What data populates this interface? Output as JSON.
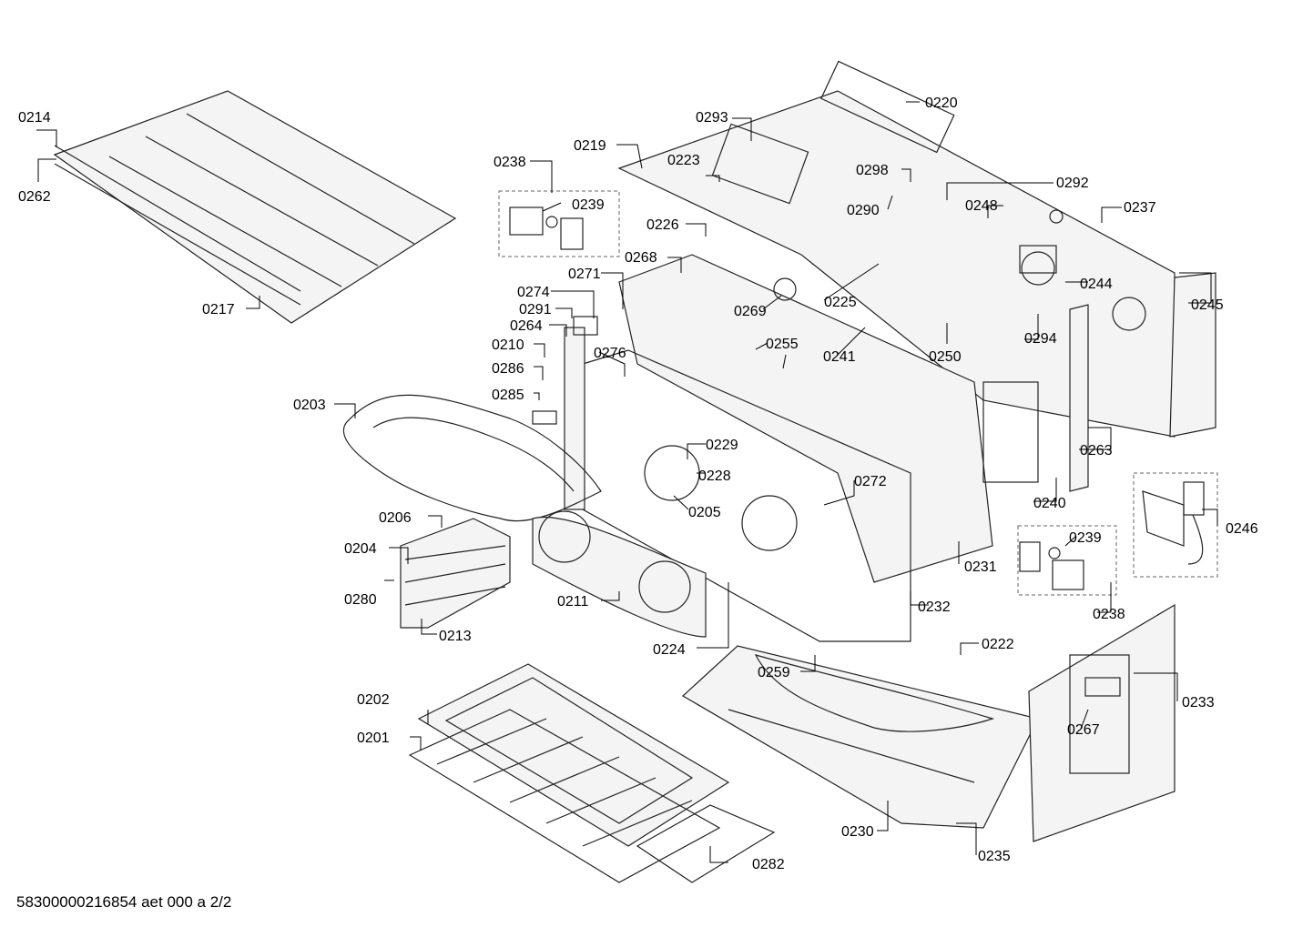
{
  "doc_id": "58300000216854 aet 000 a 2/2",
  "labels": {
    "c0201": "0201",
    "c0202": "0202",
    "c0203": "0203",
    "c0204": "0204",
    "c0205": "0205",
    "c0206": "0206",
    "c0210": "0210",
    "c0211": "0211",
    "c0213": "0213",
    "c0214": "0214",
    "c0217": "0217",
    "c0219": "0219",
    "c0220": "0220",
    "c0222": "0222",
    "c0223": "0223",
    "c0224": "0224",
    "c0225": "0225",
    "c0226": "0226",
    "c0228": "0228",
    "c0229": "0229",
    "c0230": "0230",
    "c0231": "0231",
    "c0232": "0232",
    "c0233": "0233",
    "c0235": "0235",
    "c0237": "0237",
    "c0238": "0238",
    "c0239": "0239",
    "c0240": "0240",
    "c0241": "0241",
    "c0244": "0244",
    "c0245": "0245",
    "c0246": "0246",
    "c0248": "0248",
    "c0250": "0250",
    "c0255": "0255",
    "c0259": "0259",
    "c0262": "0262",
    "c0263": "0263",
    "c0264": "0264",
    "c0267": "0267",
    "c0268": "0268",
    "c0269": "0269",
    "c0271": "0271",
    "c0272": "0272",
    "c0274": "0274",
    "c0276": "0276",
    "c0280": "0280",
    "c0282": "0282",
    "c0285": "0285",
    "c0286": "0286",
    "c0290": "0290",
    "c0291": "0291",
    "c0292": "0292",
    "c0293": "0293",
    "c0294": "0294",
    "c0298": "0298"
  }
}
